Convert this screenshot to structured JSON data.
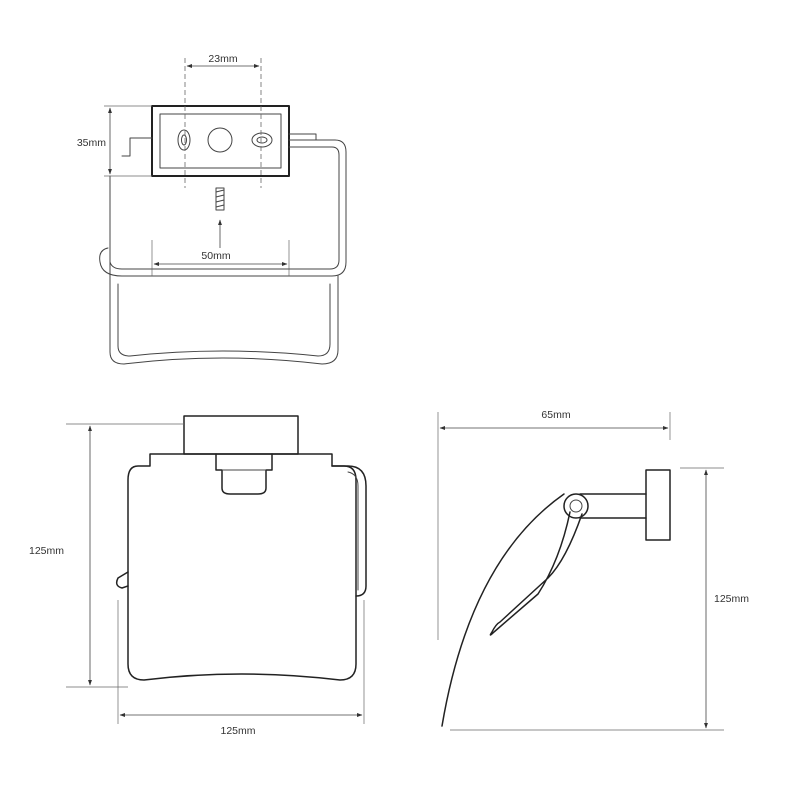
{
  "top_view": {
    "dim_width_plate": "23mm",
    "dim_height_plate": "35mm",
    "dim_spacing": "50mm"
  },
  "front_view": {
    "dim_height": "125mm",
    "dim_width": "125mm"
  },
  "side_view": {
    "dim_depth": "65mm",
    "dim_height": "125mm"
  }
}
